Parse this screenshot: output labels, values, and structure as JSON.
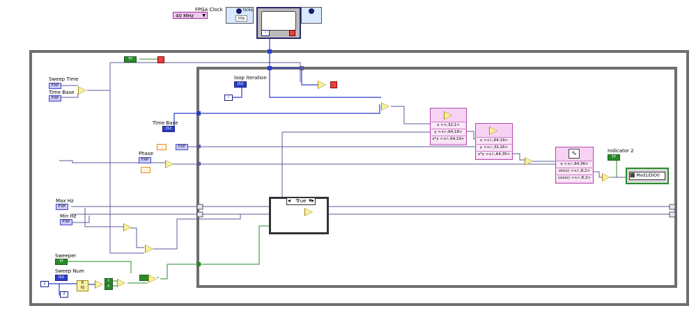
{
  "clock": {
    "label": "FPGA Clock",
    "value": "40 MHz"
  },
  "tick_count": {
    "label": "ticks",
    "unit": "ms"
  },
  "labels": {
    "sweep_time": "Sweep Time",
    "time_base_left": "Time Base",
    "time_base_inner": "Time Base",
    "loop_iteration": "loop iteration",
    "phase": "Phase",
    "max_hz": "Max Hz",
    "min_hz": "Min Hz",
    "sweeper": "Sweeper",
    "sweep_num": "Sweep Num",
    "indicator2": "Indicator 2"
  },
  "terminals": {
    "fxp": "FXP",
    "i32": "I32",
    "tf": "TF",
    "const_1": "1",
    "const_2": "2",
    "const_i": "i",
    "t_const": "t",
    "f_const": "F"
  },
  "case_selector": "True",
  "mult1": {
    "x": "x <+,32,1>",
    "y": "y <+/-,64,18>",
    "out": "x*y <+/-,64,19>"
  },
  "mult2": {
    "x": "x <+/-,64,19>",
    "y": "y <+/-,32,16>",
    "out": "x*y <+/-,64,35>"
  },
  "sincos": {
    "x": "x <+/-,64,36>",
    "sin": "sin(x) <+/-,8,2>",
    "cos": "cos(x) <+/-,8,2>"
  },
  "io_node": "Mod1/DIO0",
  "colors": {
    "wire_blue": "#2c3ec8",
    "wire_fxp": "#4848a0",
    "wire_bool": "#2a8a2a",
    "frame": "#6e6e6e"
  }
}
